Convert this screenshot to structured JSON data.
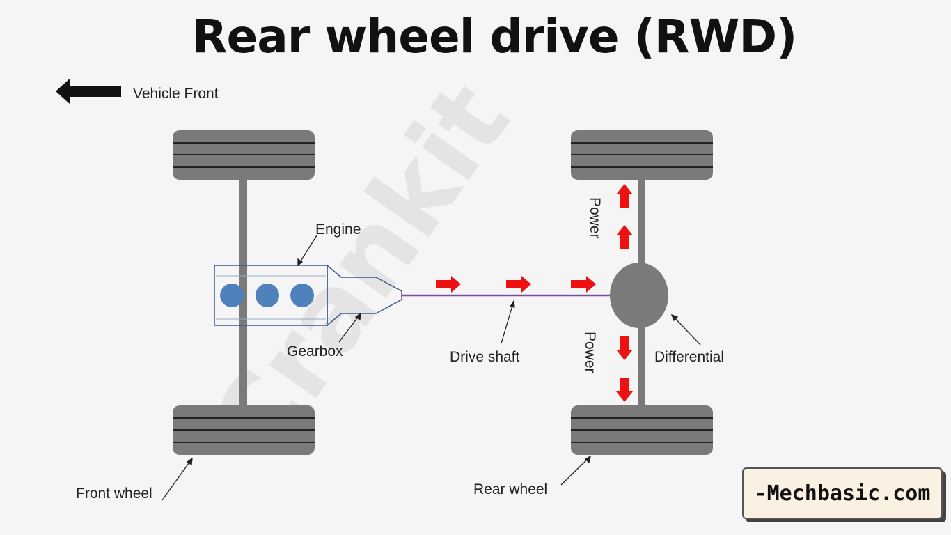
{
  "title": "Rear wheel drive (RWD)",
  "direction_indicator": {
    "label": "Vehicle Front",
    "icon": "arrow-left-icon"
  },
  "watermark": "Crankit",
  "labels": {
    "engine": "Engine",
    "gearbox": "Gearbox",
    "drive_shaft": "Drive shaft",
    "differential": "Differential",
    "front_wheel": "Front wheel",
    "rear_wheel": "Rear wheel",
    "power_top": "Power",
    "power_bottom": "Power"
  },
  "colors": {
    "wheel": "#7a7a7a",
    "engine_cylinder": "#4f81bd",
    "engine_outline": "#3a5a8c",
    "drive_shaft": "#7a4fa0",
    "power_arrow": "#ee1111",
    "differential": "#7a7a7a"
  },
  "branding": {
    "text": "-Mechbasic.com"
  }
}
